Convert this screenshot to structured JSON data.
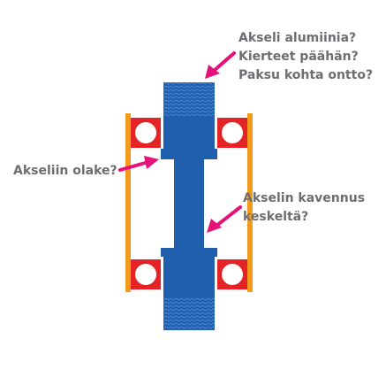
{
  "annotations": {
    "top": [
      "Akseli alumiinia?",
      "Kierteet päähän?",
      "Paksu kohta ontto?"
    ],
    "left": [
      "Akseliin olake?"
    ],
    "right": [
      "Akselin kavennus",
      "keskeltä?"
    ]
  },
  "colors": {
    "shaft": "#1f5fae",
    "shaft_hatch": "#3e7fd0",
    "bearing_frame": "#e32325",
    "bearing_ring": "#ffffff",
    "housing": "#f39a1c",
    "arrow": "#e6127a",
    "text": "#6d6e71"
  }
}
